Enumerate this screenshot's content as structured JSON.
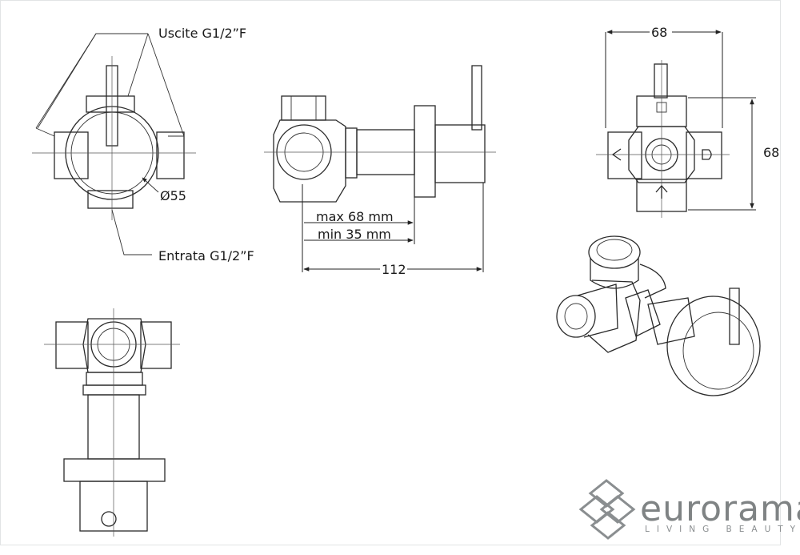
{
  "labels": {
    "outlets": "Uscite G1/2”F",
    "inlet": "Entrata G1/2”F",
    "diameter": "Ø55",
    "depth_max": "max 68 mm",
    "depth_min": "min 35 mm",
    "total_length": "112",
    "width": "68",
    "height": "68"
  },
  "brand": {
    "name": "eurorama",
    "tagline": "LIVING BEAUTY"
  }
}
